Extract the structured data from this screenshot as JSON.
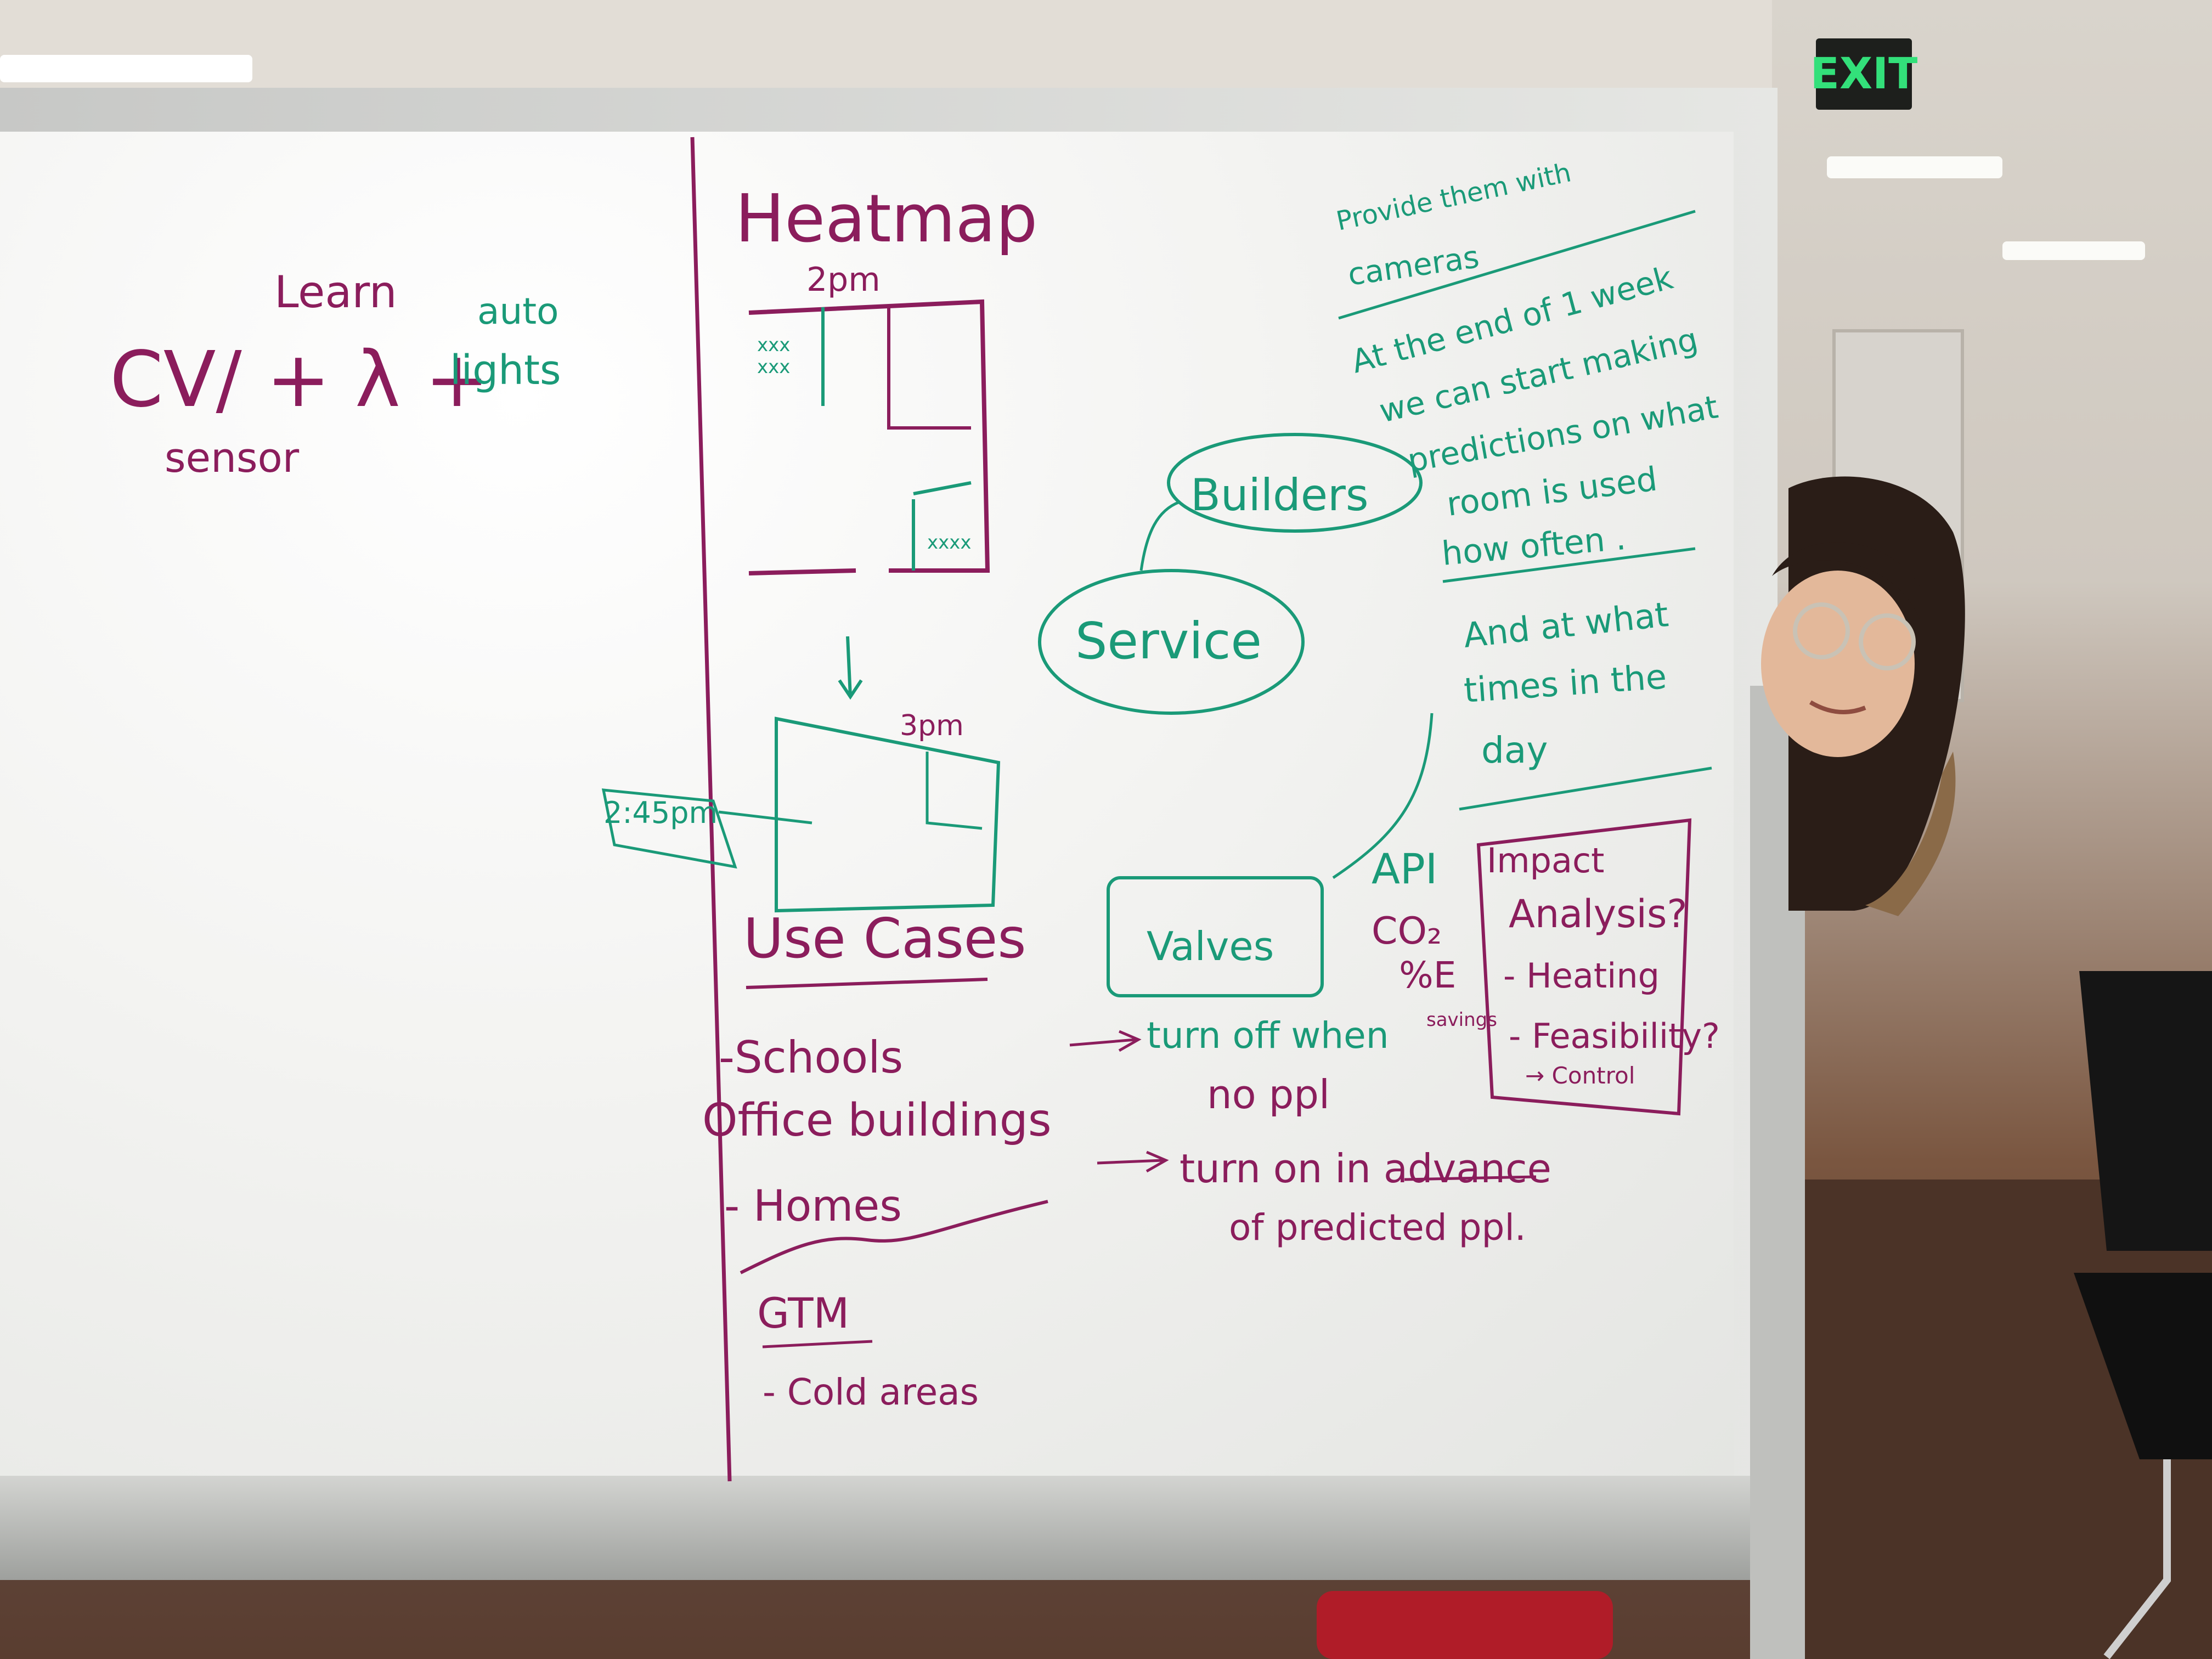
{
  "scene": {
    "exit_sign": "EXIT"
  },
  "whiteboard": {
    "left_panel": {
      "formula_main": "CV/ + λ +",
      "formula_top": "Learn",
      "formula_auto": "auto",
      "formula_lights": "lights",
      "formula_sensor": "sensor"
    },
    "heatmap": {
      "title": "Heatmap",
      "time_top": "2pm",
      "time_bottom": "3pm",
      "side_time": "2:45pm",
      "marks_1": "xxx",
      "marks_2": "xxx",
      "marks_3": "xxxx"
    },
    "use_cases": {
      "title": "Use Cases",
      "items": [
        "-Schools",
        "Office buildings",
        "- Homes"
      ],
      "gtm_title": "GTM",
      "gtm_item": "- Cold areas"
    },
    "diagram": {
      "service": "Service",
      "builders": "Builders",
      "valves": "Valves",
      "api": "API",
      "co2": "CO₂",
      "percent_e": "%E",
      "savings": "savings"
    },
    "notes_green": [
      "Provide them with",
      "cameras",
      "At the end of 1 week",
      "we can start making",
      "predictions on what",
      "room is used",
      "how often .",
      "And at what",
      "times in the",
      "day"
    ],
    "impact_box": [
      "Impact",
      "Analysis?",
      "- Heating",
      "- Feasibility?",
      "→ Control"
    ],
    "actions": {
      "line1": "turn off when",
      "line2": "no ppl",
      "line3": "turn on in advance",
      "line4": "of predicted ppl."
    }
  }
}
